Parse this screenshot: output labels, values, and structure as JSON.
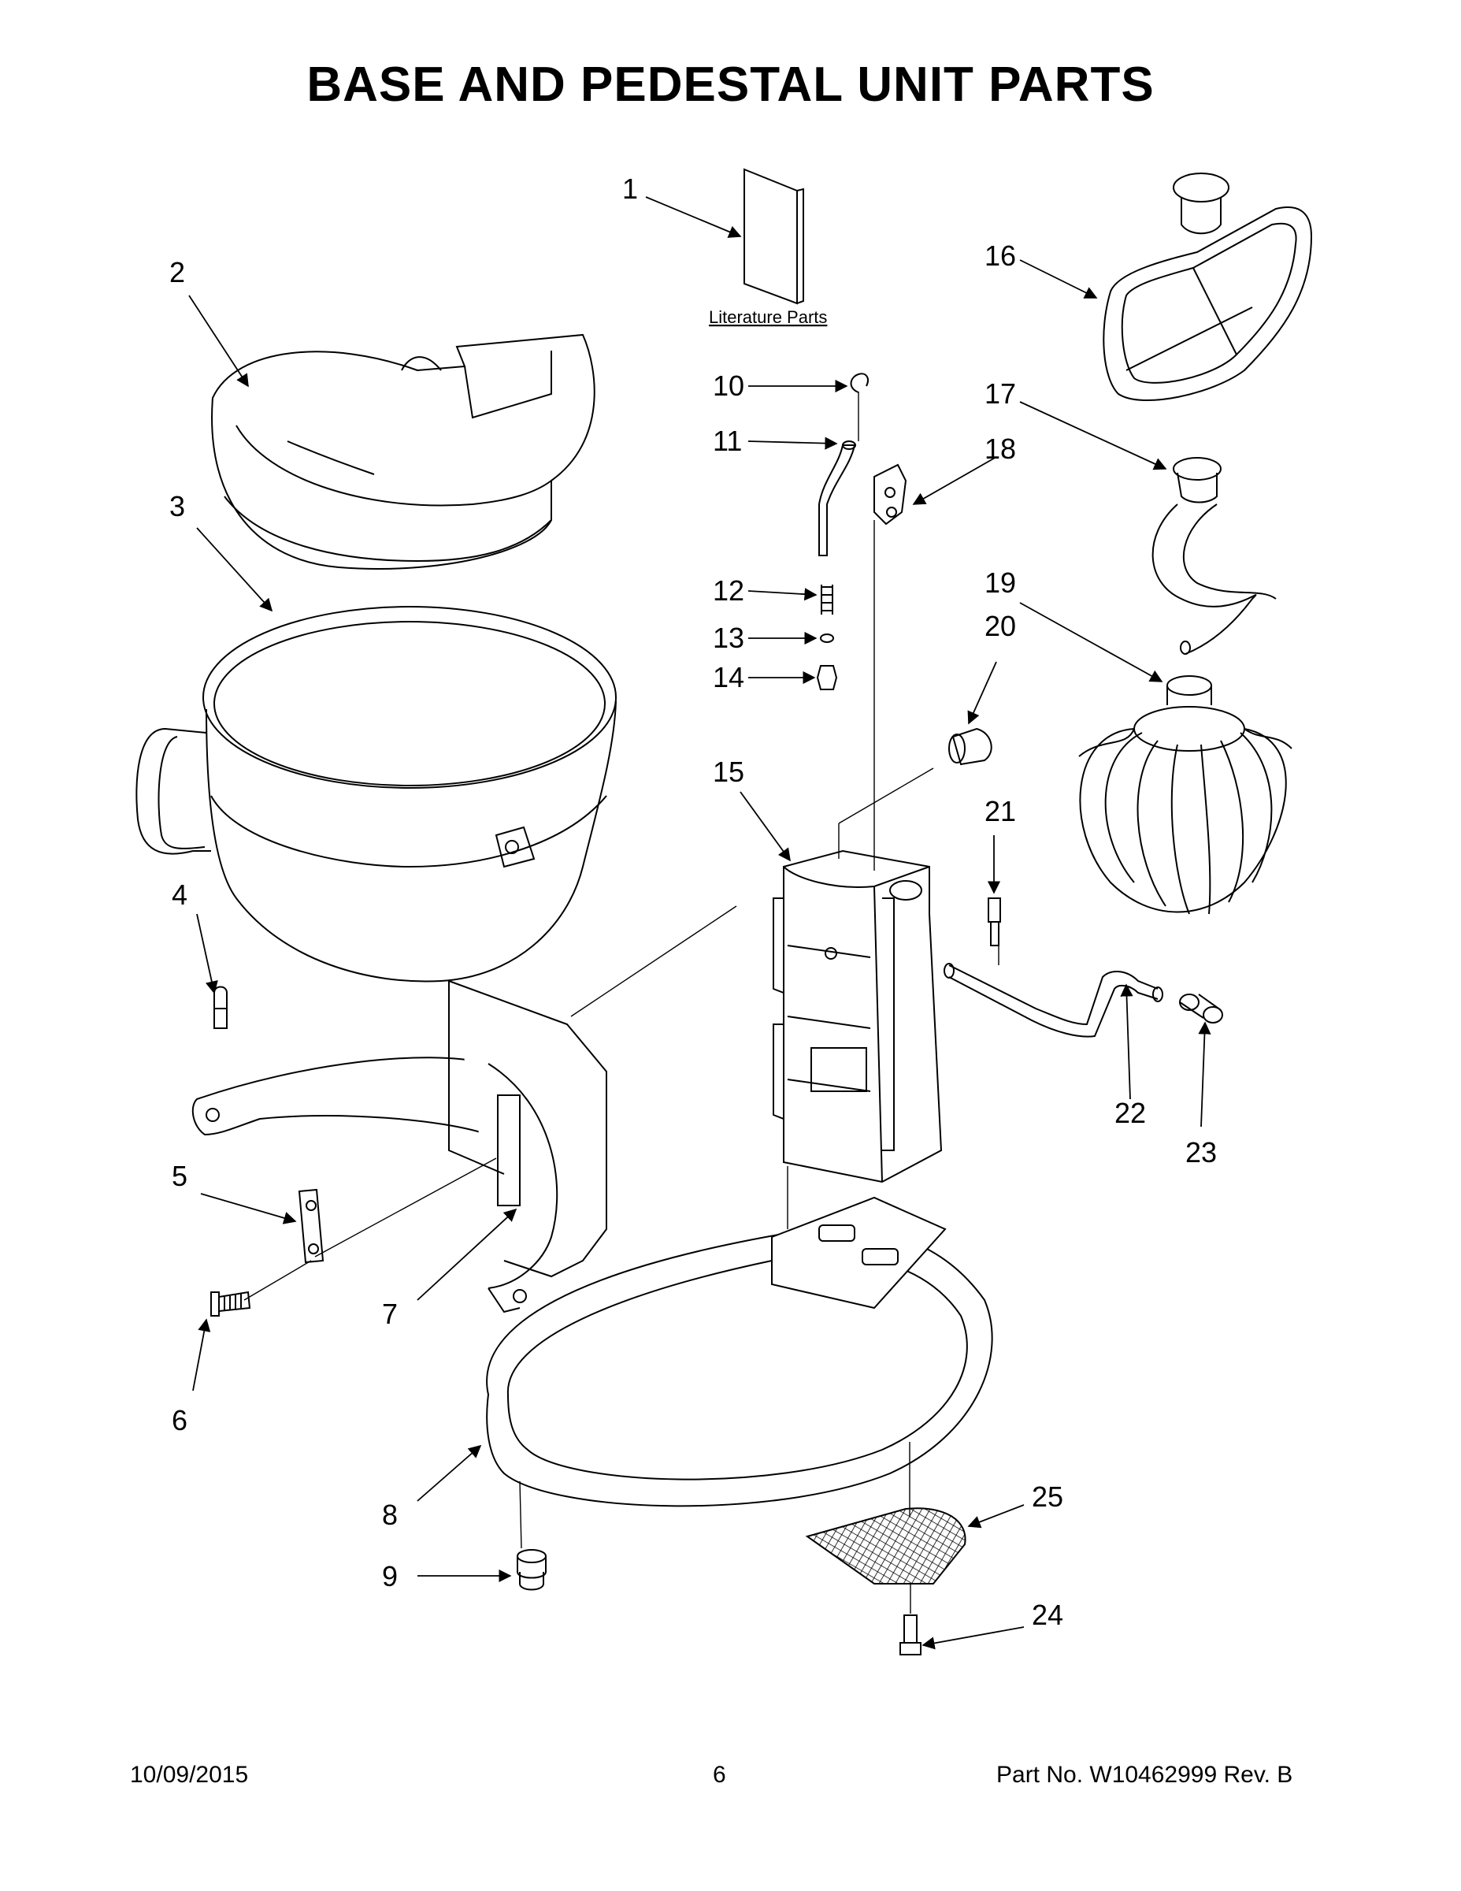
{
  "title": "BASE AND PEDESTAL UNIT PARTS",
  "literature_label": "Literature Parts",
  "parts": [
    "1",
    "2",
    "3",
    "4",
    "5",
    "6",
    "7",
    "8",
    "9",
    "10",
    "11",
    "12",
    "13",
    "14",
    "15",
    "16",
    "17",
    "18",
    "19",
    "20",
    "21",
    "22",
    "23",
    "24",
    "25"
  ],
  "footer": {
    "date": "10/09/2015",
    "page": "6",
    "part_no": "Part No.  W10462999  Rev.  B"
  }
}
